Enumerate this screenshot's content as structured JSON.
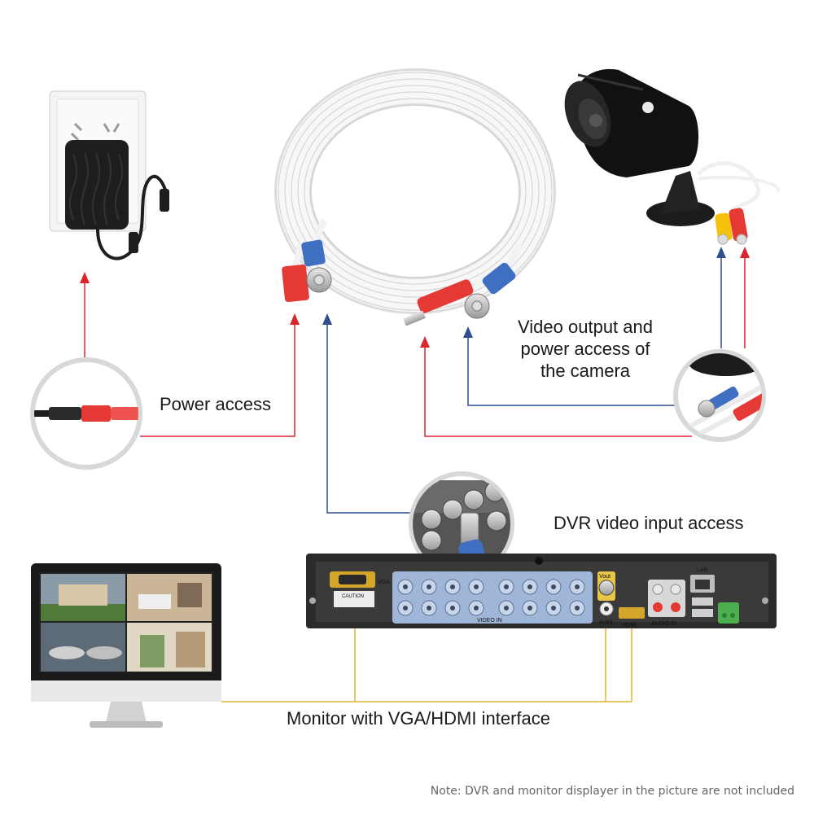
{
  "labels": {
    "power_access": "Power access",
    "video_output_lines": [
      "Video output and",
      "power access of",
      "the camera"
    ],
    "dvr_input": "DVR video input access",
    "monitor": "Monitor with VGA/HDMI interface",
    "note": "Note: DVR and monitor displayer in the picture are not included"
  },
  "dvr_panel": {
    "vga": "VGA",
    "video_in": "VIDEO IN",
    "vout": "Vout",
    "aout": "A-out",
    "hdmi": "HDMI",
    "audio_in": "AUDIO IN",
    "lan": "LAN",
    "caution": "CAUTION"
  },
  "colors": {
    "power_line": "#d9262e",
    "video_line": "#2f4f8f",
    "monitor_line": "#e1b52c",
    "circle_ring": "#d8d8d8",
    "dvr_body": "#2b2b2b",
    "cable_white": "#f2f2f2",
    "plug_red": "#e53935",
    "plug_blue": "#3f6fc1",
    "plug_yellow": "#f4c20d"
  }
}
